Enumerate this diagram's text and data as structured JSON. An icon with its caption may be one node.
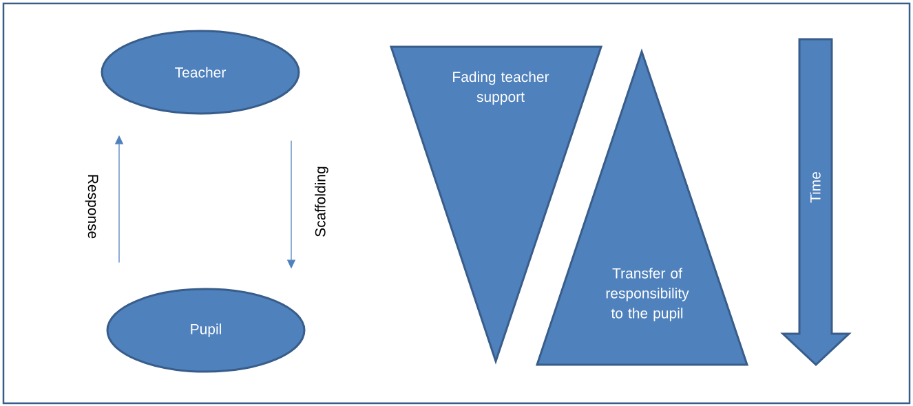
{
  "diagram": {
    "nodes": [
      {
        "text": [
          "Teacher"
        ]
      },
      {
        "text": [
          "Pupil"
        ]
      },
      {
        "text": [
          "Fading teacher support"
        ]
      },
      {
        "text": [
          "Transfer of responsibility to the pupil"
        ]
      },
      {
        "text": [
          "Time"
        ]
      }
    ],
    "edges": [
      {
        "from": 1,
        "to": 0,
        "arrow": "to",
        "label": "Response"
      },
      {
        "from": 0,
        "to": 1,
        "arrow": "to",
        "label": "Scaffolding"
      }
    ]
  }
}
